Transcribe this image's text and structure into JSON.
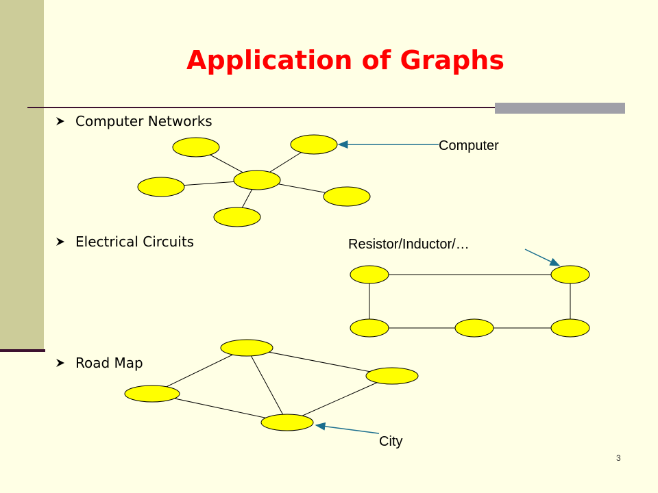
{
  "title": "Application of Graphs",
  "bullets": [
    {
      "text": "Computer Networks"
    },
    {
      "text": "Electrical Circuits"
    },
    {
      "text": "Road Map"
    }
  ],
  "callouts": {
    "computer": "Computer",
    "resistor": "Resistor/Inductor/…",
    "city": "City"
  },
  "page_number": "3",
  "colors": {
    "title": "#FF0000",
    "node_fill": "#FFFF00",
    "edge": "#000000",
    "pointer": "#1A6E8E",
    "left_band": "#CCCC99",
    "background": "#FFFFE5"
  },
  "bullet_icon": "arrow-bullet-icon"
}
